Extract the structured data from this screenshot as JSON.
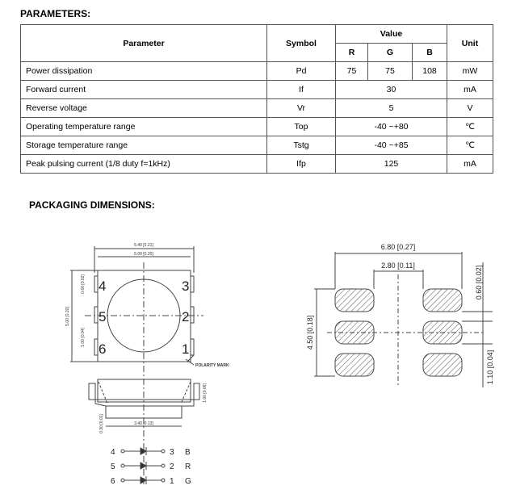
{
  "parameters_heading": "PARAMETERS:",
  "table": {
    "headers": {
      "parameter": "Parameter",
      "symbol": "Symbol",
      "value": "Value",
      "r": "R",
      "g": "G",
      "b": "B",
      "unit": "Unit"
    },
    "rows": [
      {
        "parameter": "Power dissipation",
        "symbol": "Pd",
        "r": "75",
        "g": "75",
        "b": "108",
        "unit": "mW"
      },
      {
        "parameter": "Forward current",
        "symbol": "If",
        "value": "30",
        "unit": "mA"
      },
      {
        "parameter": "Reverse voltage",
        "symbol": "Vr",
        "value": "5",
        "unit": "V"
      },
      {
        "parameter": "Operating temperature range",
        "symbol": "Top",
        "value": "-40 ~+80",
        "unit": "℃"
      },
      {
        "parameter": "Storage temperature range",
        "symbol": "Tstg",
        "value": "-40 ~+85",
        "unit": "℃"
      },
      {
        "parameter": "Peak pulsing current (1/8 duty f=1kHz)",
        "symbol": "Ifp",
        "value": "125",
        "unit": "mA"
      }
    ]
  },
  "packaging_heading": "PACKAGING DIMENSIONS:",
  "left_drawing": {
    "dim_width_outer": "5.40 [0.21]",
    "dim_width_inner": "5.00 [0.20]",
    "dim_height": "5.00 [0.20]",
    "dim_pad_top": "0.60 [0.02]",
    "dim_pad": "1.00 [0.04]",
    "polarity_mark": "POLARITY MARK",
    "dim_side_height": "1.60 [0.06]",
    "dim_side_base": "3.40 [0.13]",
    "dim_side_lead": "0.30 [0.01]",
    "pins": [
      "1",
      "2",
      "3",
      "4",
      "5",
      "6"
    ]
  },
  "circuit": [
    {
      "left": "4",
      "right": "3",
      "color": "B"
    },
    {
      "left": "5",
      "right": "2",
      "color": "R"
    },
    {
      "left": "6",
      "right": "1",
      "color": "G"
    }
  ],
  "right_drawing": {
    "dim_outer": "6.80 [0.27]",
    "dim_inner": "2.80 [0.11]",
    "dim_height": "4.50 [0.18]",
    "dim_gap": "0.60 [0.02]",
    "dim_pad": "1.10 [0.04]"
  }
}
